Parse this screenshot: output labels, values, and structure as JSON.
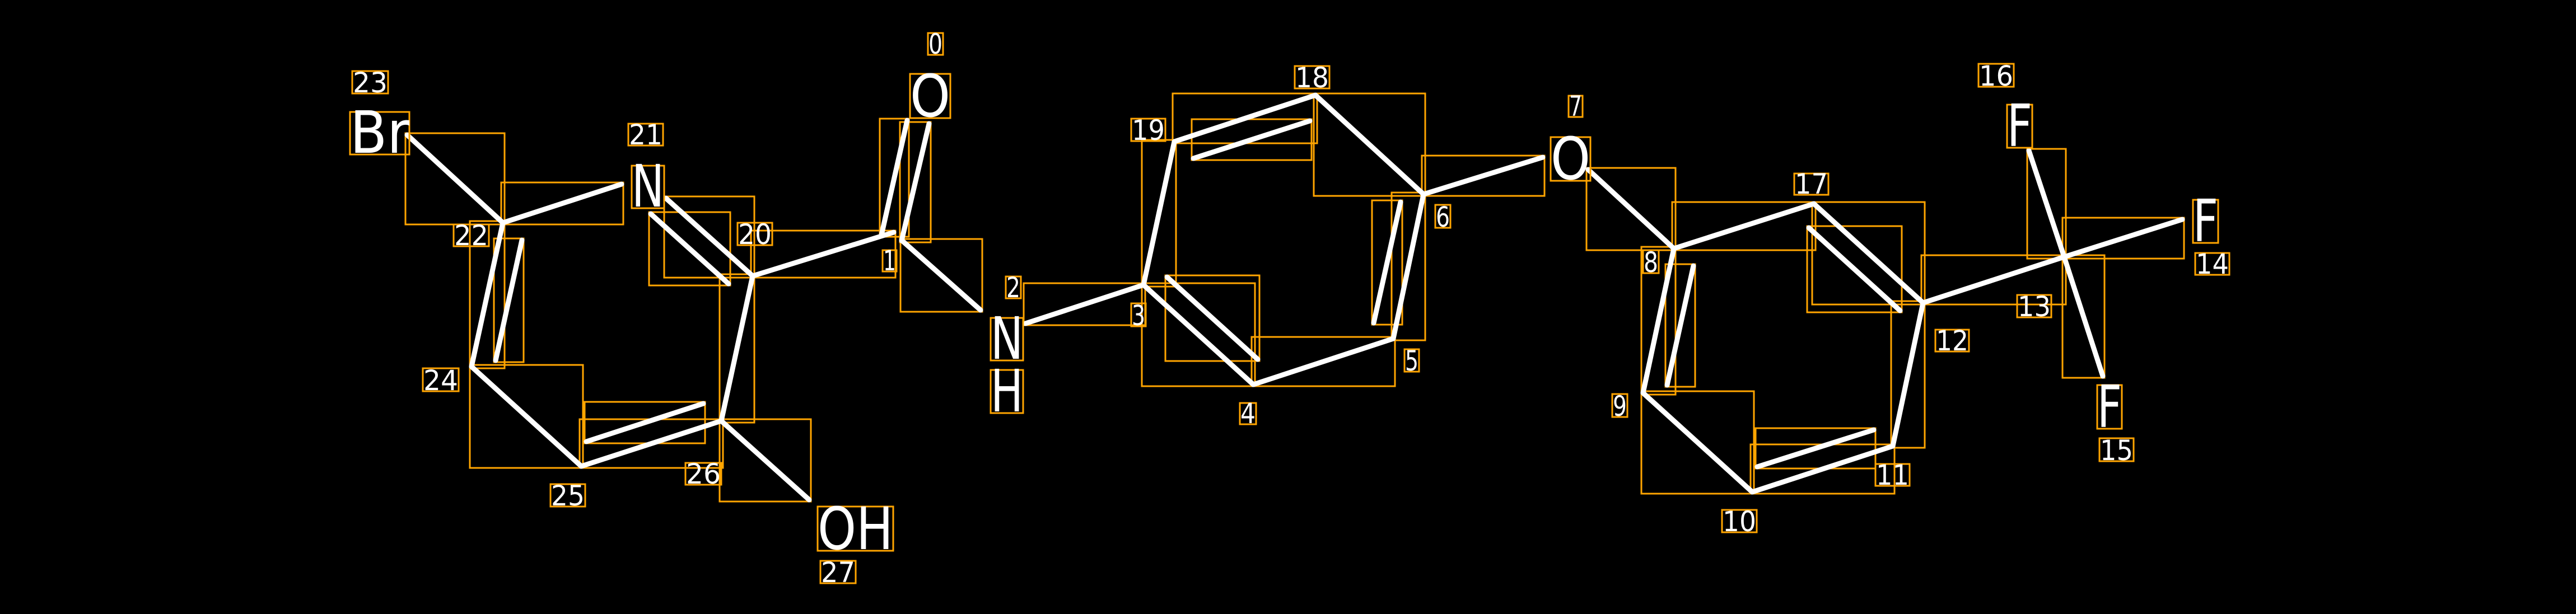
{
  "colors": {
    "background": "#000000",
    "bond": "#FFFFFF",
    "box": "#FFA500"
  },
  "atom_labels": {
    "Br": "Br",
    "N21": "N",
    "O0": "O",
    "NH_N": "N",
    "NH_H": "H",
    "OH": "OH",
    "O7": "O",
    "F16": "F",
    "F14": "F",
    "F15": "F"
  },
  "indices": [
    "0",
    "1",
    "2",
    "3",
    "4",
    "5",
    "6",
    "7",
    "8",
    "9",
    "10",
    "11",
    "12",
    "13",
    "14",
    "15",
    "16",
    "17",
    "18",
    "19",
    "20",
    "21",
    "22",
    "23",
    "24",
    "25",
    "26",
    "27"
  ]
}
